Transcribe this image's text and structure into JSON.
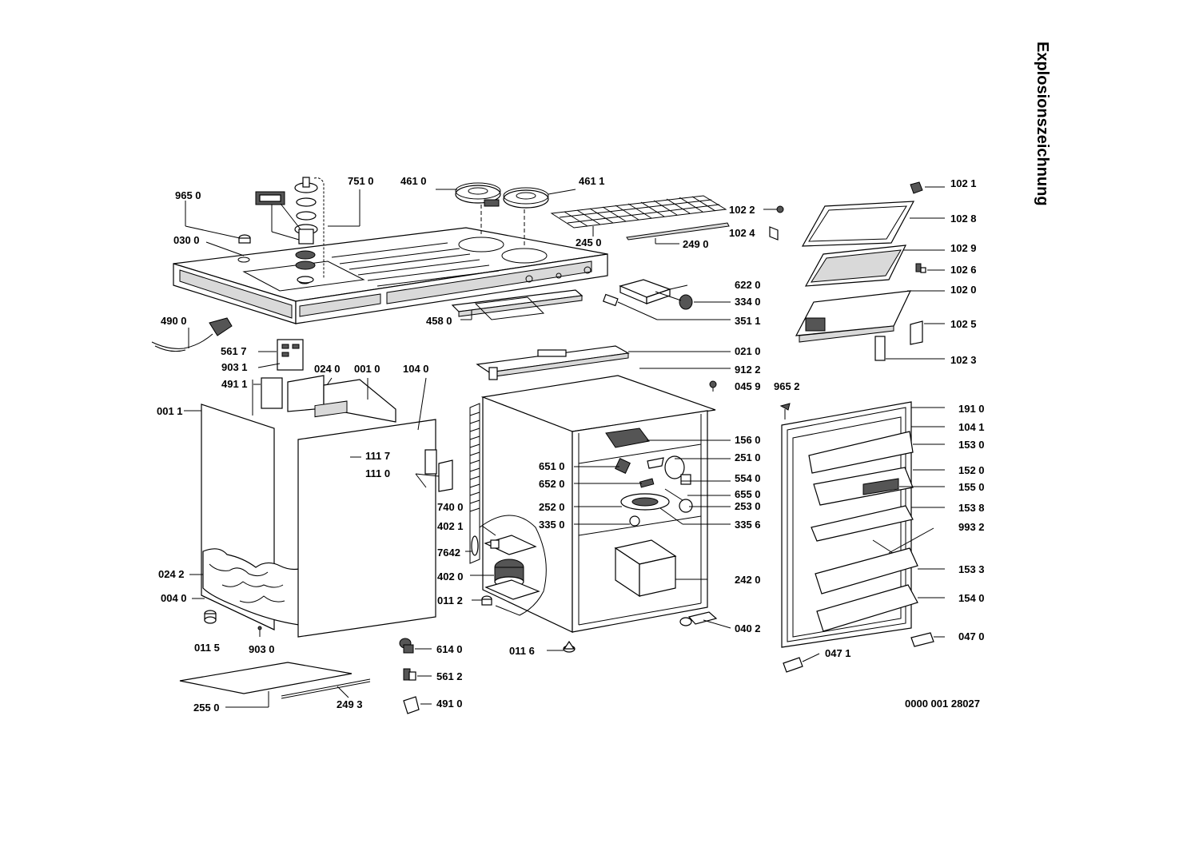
{
  "title": "Explosionszeichnung",
  "document_number": "0000 001 28027",
  "parts": [
    {
      "id": "p9650",
      "label": "965 0"
    },
    {
      "id": "p0300",
      "label": "030 0"
    },
    {
      "id": "p7510",
      "label": "751 0"
    },
    {
      "id": "p4610",
      "label": "461 0"
    },
    {
      "id": "p4611",
      "label": "461 1"
    },
    {
      "id": "p2450",
      "label": "245 0"
    },
    {
      "id": "p1022",
      "label": "102 2"
    },
    {
      "id": "p1024",
      "label": "102 4"
    },
    {
      "id": "p2490",
      "label": "249 0"
    },
    {
      "id": "p6220",
      "label": "622 0"
    },
    {
      "id": "p3340",
      "label": "334 0"
    },
    {
      "id": "p3511",
      "label": "351 1"
    },
    {
      "id": "p4580",
      "label": "458 0"
    },
    {
      "id": "p4900",
      "label": "490 0"
    },
    {
      "id": "p5617",
      "label": "561 7"
    },
    {
      "id": "p9031",
      "label": "903 1"
    },
    {
      "id": "p4911",
      "label": "491 1"
    },
    {
      "id": "p0240",
      "label": "024 0"
    },
    {
      "id": "p0010",
      "label": "001 0"
    },
    {
      "id": "p1040",
      "label": "104 0"
    },
    {
      "id": "p0011",
      "label": "001 1"
    },
    {
      "id": "p1117",
      "label": "111 7"
    },
    {
      "id": "p1110",
      "label": "111 0"
    },
    {
      "id": "p0242",
      "label": "024 2"
    },
    {
      "id": "p0040",
      "label": "004 0"
    },
    {
      "id": "p0115",
      "label": "011 5"
    },
    {
      "id": "p9030",
      "label": "903 0"
    },
    {
      "id": "p2550",
      "label": "255 0"
    },
    {
      "id": "p2493",
      "label": "249 3"
    },
    {
      "id": "p6140",
      "label": "614 0"
    },
    {
      "id": "p5612",
      "label": "561 2"
    },
    {
      "id": "p4910",
      "label": "491 0"
    },
    {
      "id": "p0210",
      "label": "021 0"
    },
    {
      "id": "p9122",
      "label": "912 2"
    },
    {
      "id": "p0459",
      "label": "045 9"
    },
    {
      "id": "p7400",
      "label": "740 0"
    },
    {
      "id": "p4021",
      "label": "402 1"
    },
    {
      "id": "p7642",
      "label": "7642"
    },
    {
      "id": "p4020",
      "label": "402 0"
    },
    {
      "id": "p0112",
      "label": "011 2"
    },
    {
      "id": "p0116",
      "label": "011 6"
    },
    {
      "id": "p6510",
      "label": "651 0"
    },
    {
      "id": "p6520",
      "label": "652 0"
    },
    {
      "id": "p2520",
      "label": "252 0"
    },
    {
      "id": "p3350",
      "label": "335 0"
    },
    {
      "id": "p1560",
      "label": "156 0"
    },
    {
      "id": "p2510",
      "label": "251 0"
    },
    {
      "id": "p5540",
      "label": "554 0"
    },
    {
      "id": "p6550",
      "label": "655 0"
    },
    {
      "id": "p2530",
      "label": "253 0"
    },
    {
      "id": "p3356",
      "label": "335 6"
    },
    {
      "id": "p2420",
      "label": "242 0"
    },
    {
      "id": "p0402",
      "label": "040 2"
    },
    {
      "id": "p1021",
      "label": "102 1"
    },
    {
      "id": "p1028",
      "label": "102 8"
    },
    {
      "id": "p1029",
      "label": "102 9"
    },
    {
      "id": "p1026",
      "label": "102 6"
    },
    {
      "id": "p1020",
      "label": "102 0"
    },
    {
      "id": "p1025",
      "label": "102 5"
    },
    {
      "id": "p1023",
      "label": "102 3"
    },
    {
      "id": "p9652",
      "label": "965 2"
    },
    {
      "id": "p1910",
      "label": "191 0"
    },
    {
      "id": "p1041",
      "label": "104 1"
    },
    {
      "id": "p1530",
      "label": "153 0"
    },
    {
      "id": "p1520",
      "label": "152 0"
    },
    {
      "id": "p1550",
      "label": "155 0"
    },
    {
      "id": "p1538",
      "label": "153 8"
    },
    {
      "id": "p9932",
      "label": "993 2"
    },
    {
      "id": "p1533",
      "label": "153 3"
    },
    {
      "id": "p1540",
      "label": "154 0"
    },
    {
      "id": "p0470",
      "label": "047 0"
    },
    {
      "id": "p0471",
      "label": "047 1"
    }
  ]
}
